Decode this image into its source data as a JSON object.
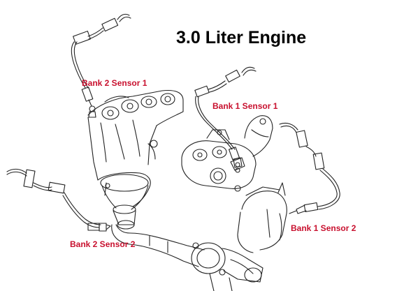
{
  "title": "3.0 Liter Engine",
  "label_color": "#c8102e",
  "labels": {
    "bank2_sensor1": "Bank 2 Sensor 1",
    "bank1_sensor1": "Bank 1 Sensor 1",
    "bank2_sensor2": "Bank 2 Sensor 2",
    "bank1_sensor2": "Bank 1 Sensor 2"
  }
}
